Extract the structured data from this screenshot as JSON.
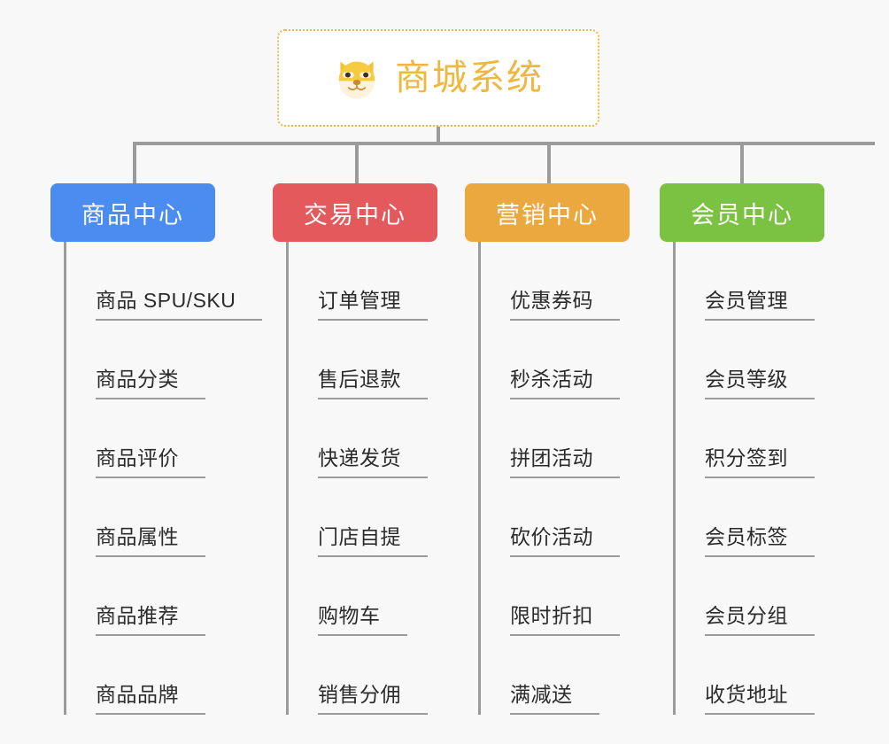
{
  "root": {
    "title": "商城系统",
    "icon": "dog-face-icon",
    "border_color": "#efb73e",
    "text_color": "#efb73e",
    "background": "#ffffff"
  },
  "canvas": {
    "background": "#f8f8f8",
    "connector_color": "#9b9b9b"
  },
  "branches": [
    {
      "id": "product-center",
      "label": "商品中心",
      "color": "#4a8cf0",
      "leaves": [
        {
          "label": "商品 SPU/SKU"
        },
        {
          "label": "商品分类"
        },
        {
          "label": "商品评价"
        },
        {
          "label": "商品属性"
        },
        {
          "label": "商品推荐"
        },
        {
          "label": "商品品牌"
        }
      ]
    },
    {
      "id": "trade-center",
      "label": "交易中心",
      "color": "#e4595b",
      "leaves": [
        {
          "label": "订单管理"
        },
        {
          "label": "售后退款"
        },
        {
          "label": "快递发货"
        },
        {
          "label": "门店自提"
        },
        {
          "label": "购物车"
        },
        {
          "label": "销售分佣"
        }
      ]
    },
    {
      "id": "marketing-center",
      "label": "营销中心",
      "color": "#eba83f",
      "leaves": [
        {
          "label": "优惠券码"
        },
        {
          "label": "秒杀活动"
        },
        {
          "label": "拼团活动"
        },
        {
          "label": "砍价活动"
        },
        {
          "label": "限时折扣"
        },
        {
          "label": "满减送"
        }
      ]
    },
    {
      "id": "member-center",
      "label": "会员中心",
      "color": "#7cc242",
      "leaves": [
        {
          "label": "会员管理"
        },
        {
          "label": "会员等级"
        },
        {
          "label": "积分签到"
        },
        {
          "label": "会员标签"
        },
        {
          "label": "会员分组"
        },
        {
          "label": "收货地址"
        }
      ]
    }
  ]
}
